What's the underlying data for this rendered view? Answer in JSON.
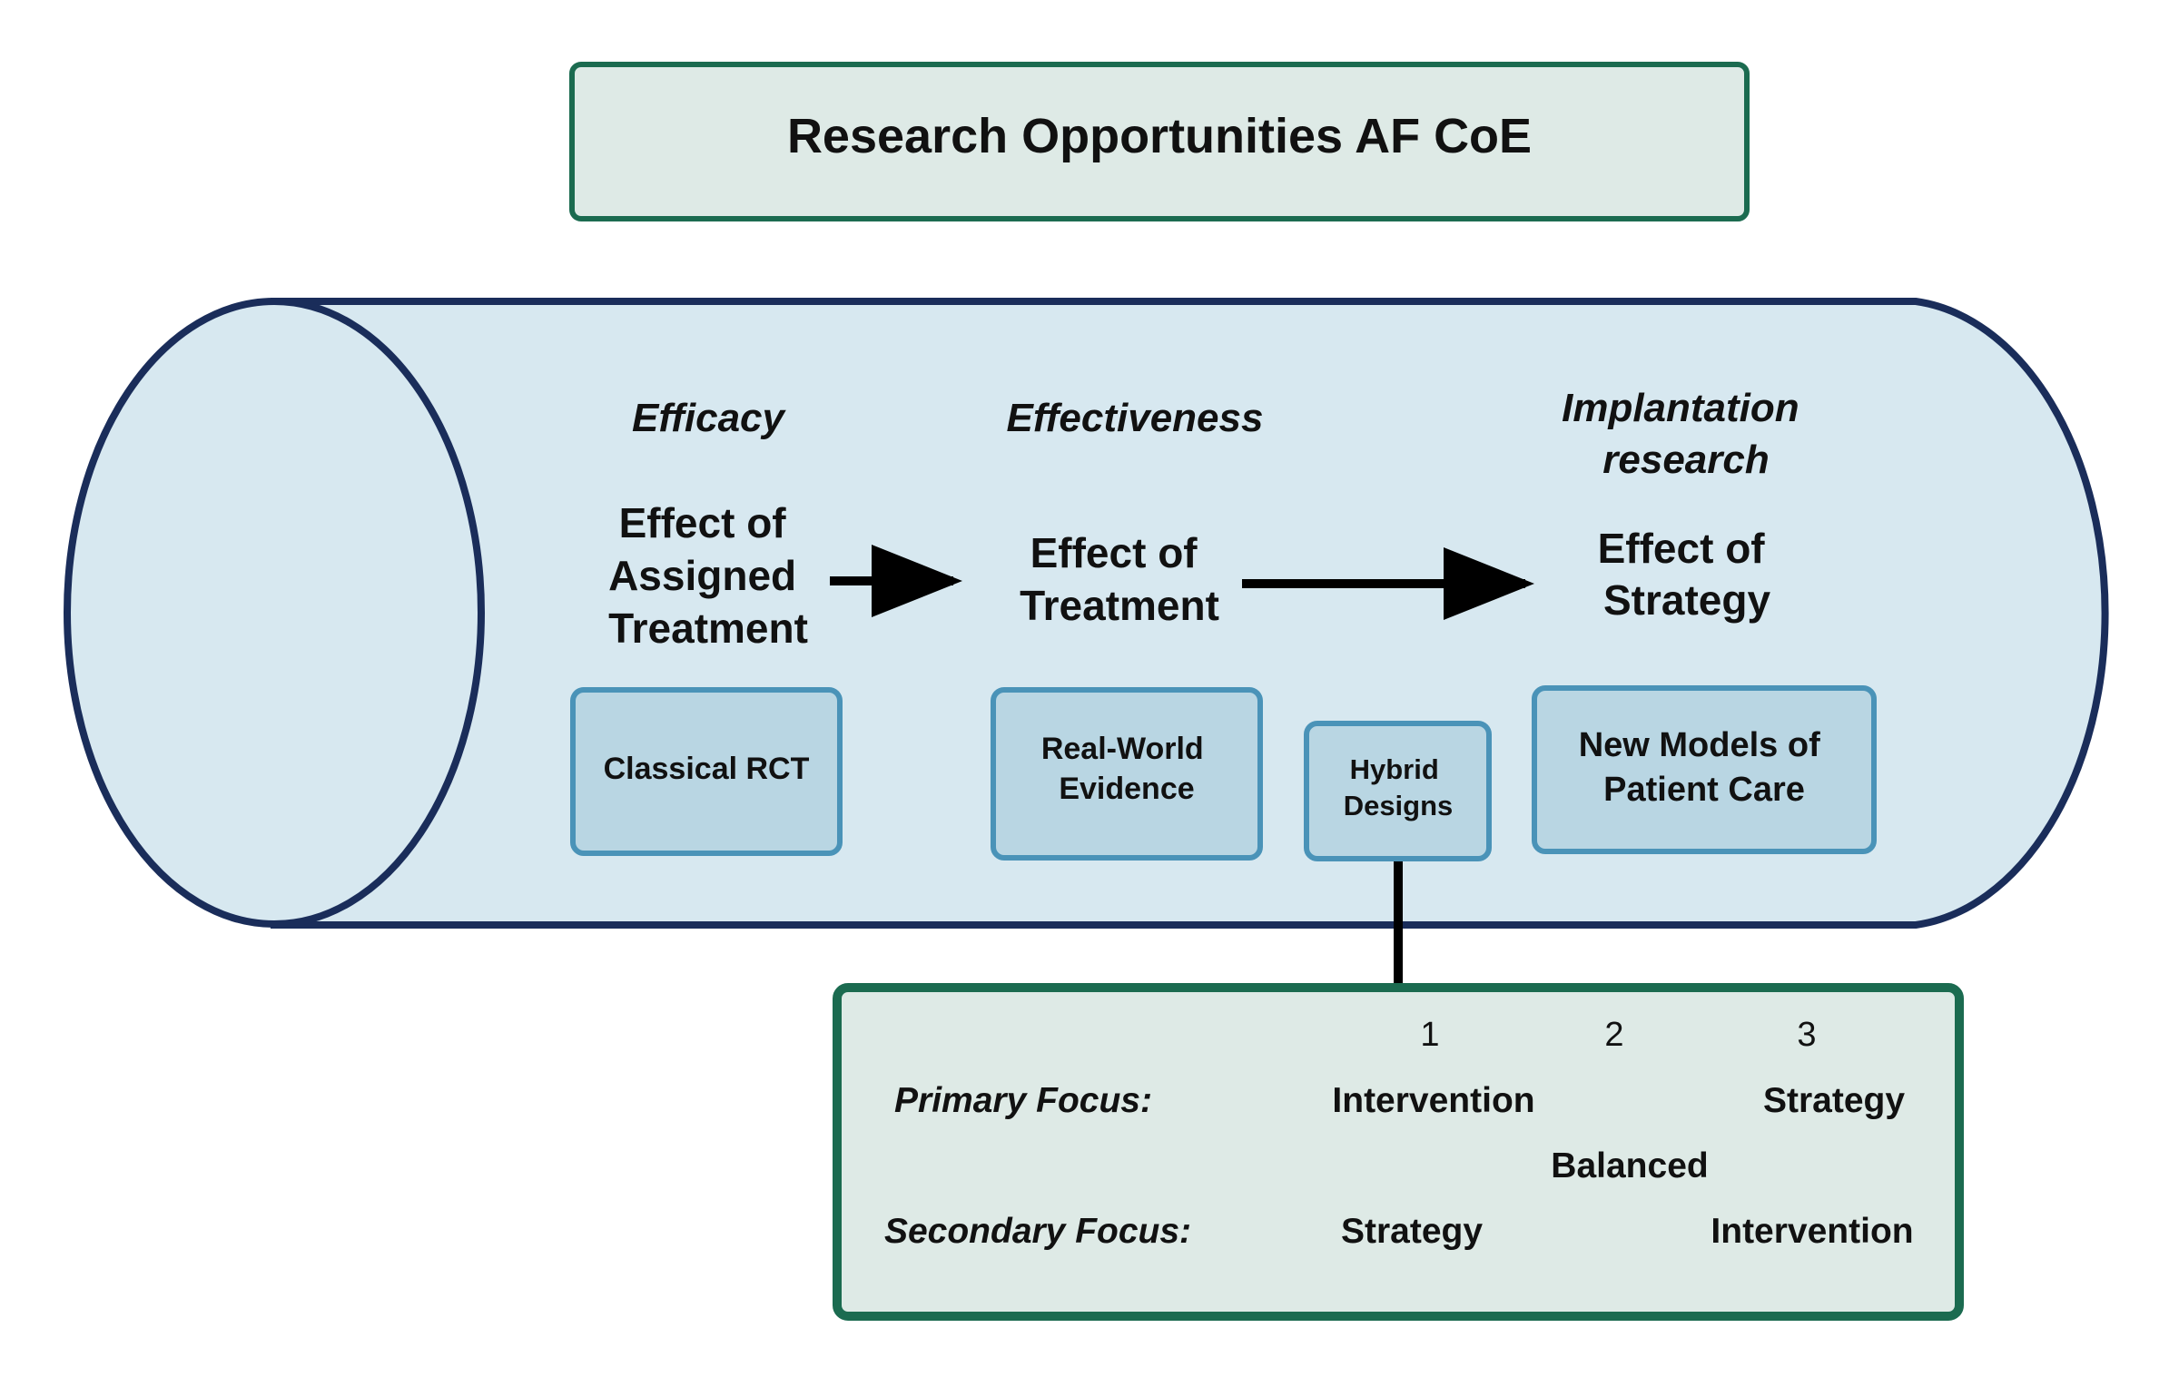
{
  "colors": {
    "title_fill": "#deeae6",
    "title_stroke": "#1b6b50",
    "tube_fill": "#d7e8f0",
    "tube_stroke": "#1a2d5a",
    "box_fill": "#b9d6e3",
    "box_stroke": "#4a93b8",
    "legend_fill": "#deeae6",
    "legend_stroke": "#1b6b50",
    "arrow": "#000000"
  },
  "title": "Research Opportunities AF CoE",
  "stages": [
    {
      "heading_lines": [
        "Efficacy"
      ],
      "effect_lines": [
        "Effect of",
        "Assigned",
        "Treatment"
      ],
      "box_lines": [
        "Classical RCT"
      ]
    },
    {
      "heading_lines": [
        "Effectiveness"
      ],
      "effect_lines": [
        "Effect of",
        "Treatment"
      ],
      "box_lines": [
        "Real-World",
        "Evidence"
      ]
    },
    {
      "heading_lines": [
        "Implantation",
        "research"
      ],
      "effect_lines": [
        "Effect of",
        "Strategy"
      ],
      "box_lines": [
        "New Models of",
        "Patient Care"
      ]
    }
  ],
  "hybrid_box_lines": [
    "Hybrid",
    "Designs"
  ],
  "hybrid_table": {
    "columns": [
      "1",
      "2",
      "3"
    ],
    "primary_label": "Primary Focus:",
    "secondary_label": "Secondary Focus:",
    "primary_values": [
      "Intervention",
      "Strategy"
    ],
    "balanced": "Balanced",
    "secondary_values": [
      "Strategy",
      "Intervention"
    ]
  }
}
